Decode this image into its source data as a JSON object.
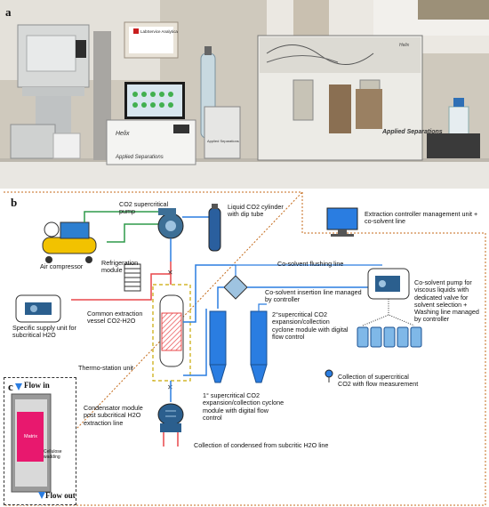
{
  "panel_a": {
    "letter": "a",
    "brand_top": "Helix",
    "monitor_brand": "LabService Analytica",
    "unit_brand_1": "Applied Separations",
    "unit_brand_2": "Applied Separations",
    "unit_brand_3": "Applied Separations",
    "helix_badge": "Helix"
  },
  "panel_b": {
    "letter": "b",
    "labels": {
      "co2_pump": "CO2 supercritical\npump",
      "liquid_co2": "Liquid CO2 cylinder\nwith dip tube",
      "controller": "Extraction controller management unit +\nco-solvent line",
      "air_compressor": "Air compressor",
      "refrigeration": "Refrigeration\nmodule",
      "flushing": "Co-solvent flushing line",
      "insertion": "Co-solvent insertion line managed\nby controller",
      "cosolvent_pump": "Co-solvent pump for\nviscous liquids with\ndedicated valve for\nsolvent selection +\nWashing line managed\nby controller",
      "supply_unit": "Specific supply unit for\nsubcritical H2O",
      "common_vessel": "Common extraction\nvessel CO2-H2O",
      "second_cyclone": "2°supercritical CO2\nexpansion/collection\ncyclone module with digital\nflow control",
      "thermo": "Thermo-station unit",
      "collection_sc": "Collection of supercritical\nCO2 with flow measurement",
      "condensator": "Condensator module\npost subcritical H2O\nextraction line",
      "first_cyclone": "1° supercritical CO2\nexpansion/collection cyclone\nmodule with digital flow\ncontrol",
      "collection_h2o": "Collection of condensed from subcritic H2O line"
    }
  },
  "panel_c": {
    "letter": "c",
    "flow_in": "Flow in",
    "flow_out": "Flow out",
    "matrix": "Matrix",
    "cellulose": "Cellulose\nwadding"
  },
  "colors": {
    "co2_line": "#2a7de1",
    "water_line": "#e8474a",
    "air_line": "#2e9a4a",
    "dotted_border": "#c46a1a",
    "matrix": "#e8186e"
  }
}
